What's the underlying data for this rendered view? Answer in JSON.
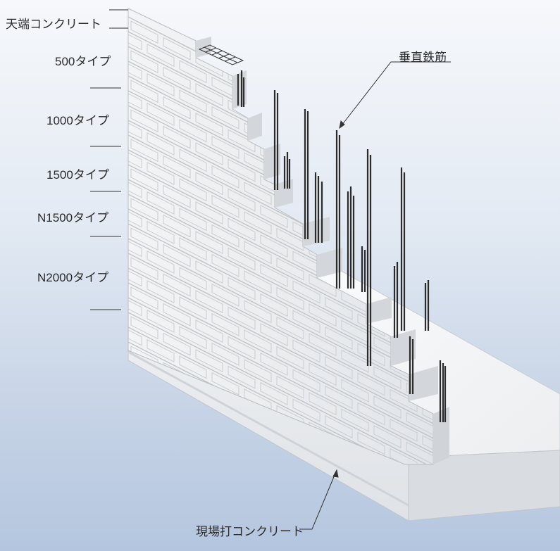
{
  "labels": {
    "top_concrete": "天端コンクリート",
    "type_500": "500タイプ",
    "type_1000": "1000タイプ",
    "type_1500": "1500タイプ",
    "type_n1500": "N1500タイプ",
    "type_n2000": "N2000タイプ",
    "vertical_rebar": "垂直鉄筋",
    "cast_in_place": "現場打コンクリート"
  },
  "colors": {
    "block_face": "#eceef0",
    "block_groove": "#b9bec4",
    "block_side": "#d7dade",
    "foundation_front": "#e9eaec",
    "foundation_top": "#f5f6f7",
    "rebar": "#2b2b2b",
    "leader": "#333333"
  }
}
